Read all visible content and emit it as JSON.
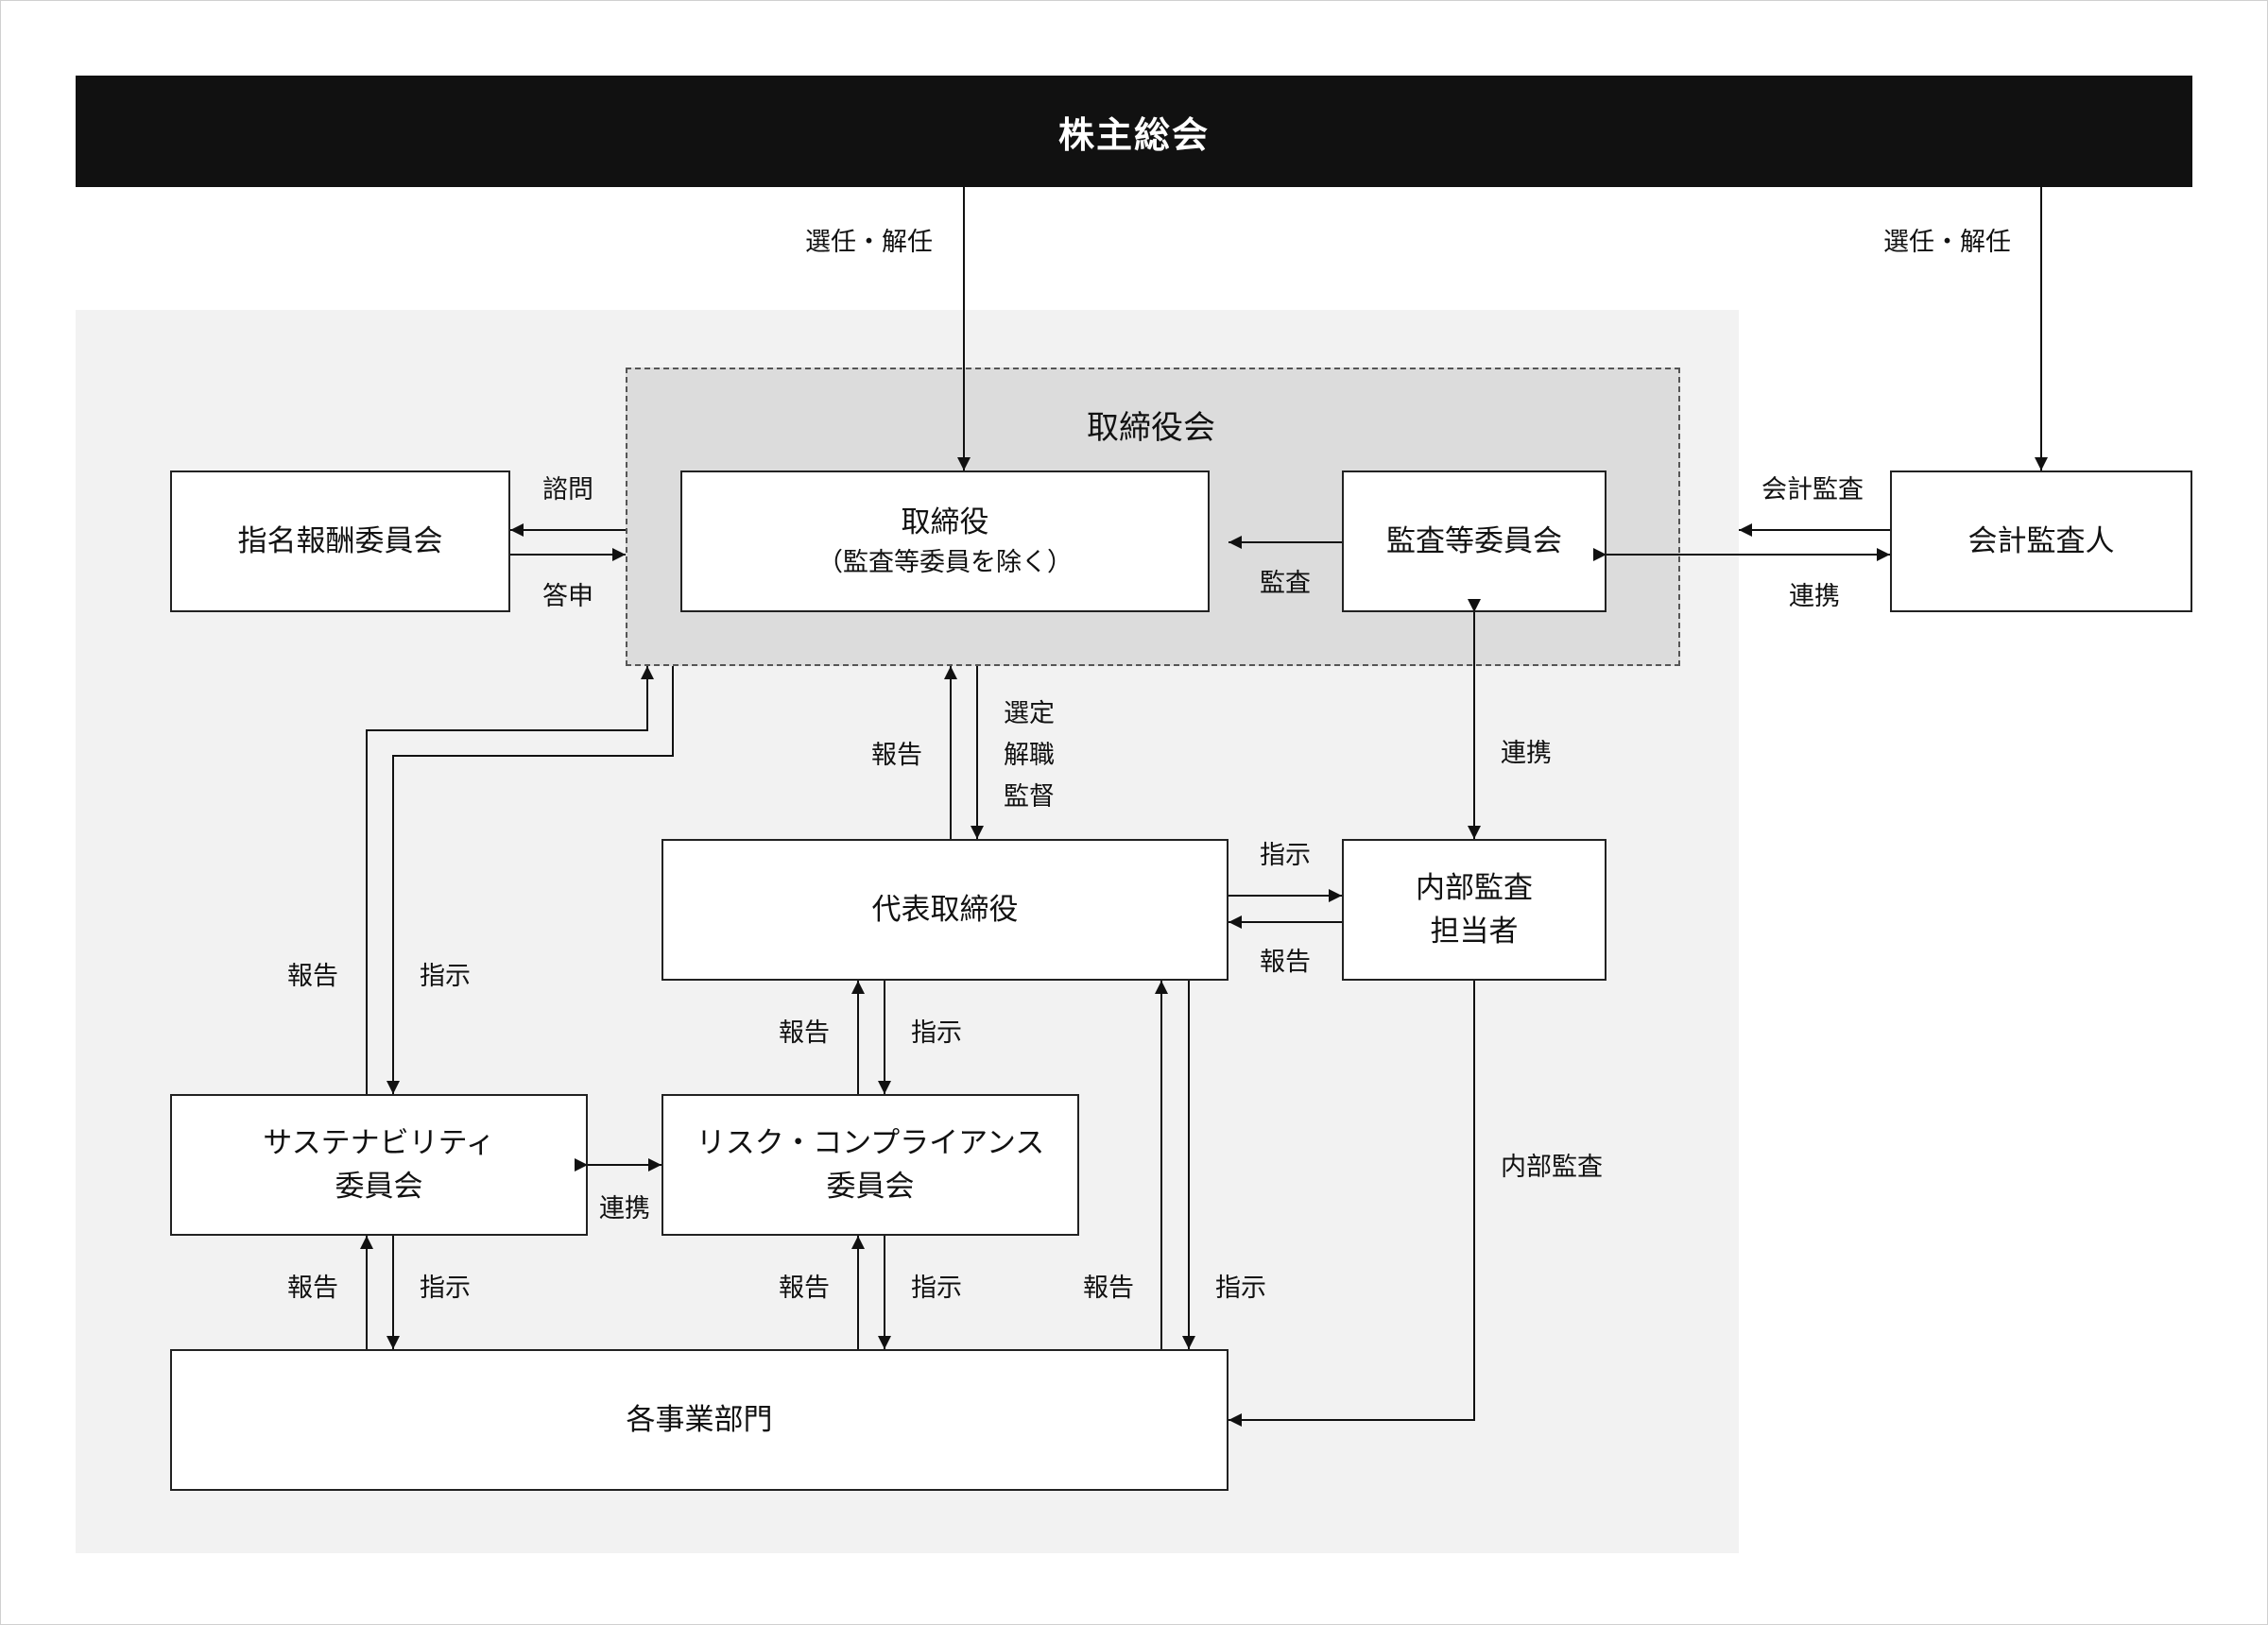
{
  "shareholders": "株主総会",
  "board": {
    "title": "取締役会",
    "directors_line1": "取締役",
    "directors_line2": "（監査等委員を除く）",
    "audit_committee": "監査等委員会"
  },
  "nomination_committee": "指名報酬委員会",
  "accounting_auditor": "会計監査人",
  "representative_director": "代表取締役",
  "internal_audit": {
    "line1": "内部監査",
    "line2": "担当者"
  },
  "sustainability": {
    "line1": "サステナビリティ",
    "line2": "委員会"
  },
  "risk_compliance": {
    "line1": "リスク・コンプライアンス",
    "line2": "委員会"
  },
  "business_divisions": "各事業部門",
  "labels": {
    "elect_dismiss": "選任・解任",
    "consult": "諮問",
    "report_back": "答申",
    "audit": "監査",
    "accounting_audit": "会計監査",
    "cooperation": "連携",
    "report": "報告",
    "instruct": "指示",
    "select": "選定",
    "dismissal": "解職",
    "supervise": "監督",
    "internal_audit": "内部監査"
  }
}
